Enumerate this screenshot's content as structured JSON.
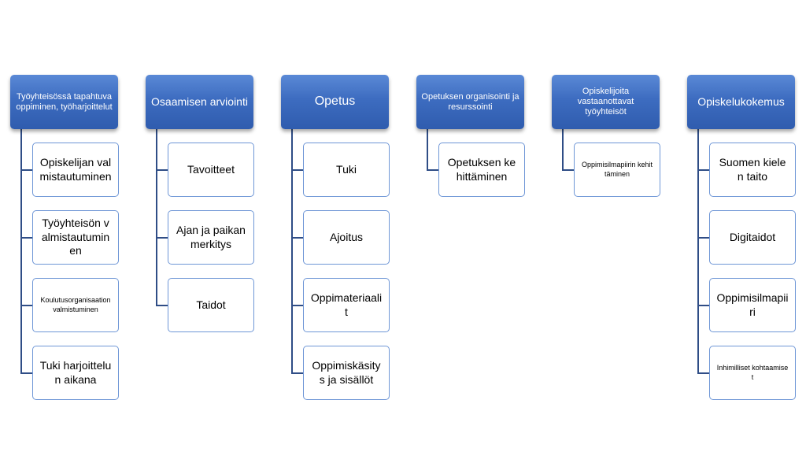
{
  "columns": [
    {
      "header": "Työyhteisössä tapahtuva oppiminen, työharjoittelut",
      "items": [
        "Opiskelijan valmistautuminen",
        "Työyhteisön valmistautuminen",
        "Koulutusorganisaation valmistuminen",
        "Tuki harjoittelun aikana"
      ]
    },
    {
      "header": "Osaamisen arviointi",
      "items": [
        "Tavoitteet",
        "Ajan ja paikan merkitys",
        "Taidot"
      ]
    },
    {
      "header": "Opetus",
      "items": [
        "Tuki",
        "Ajoitus",
        "Oppimateriaalit",
        "Oppimiskäsitys ja sisällöt"
      ]
    },
    {
      "header": "Opetuksen organisointi ja resurssointi",
      "items": [
        "Opetuksen kehittäminen"
      ]
    },
    {
      "header": "Opiskelijoita vastaanottavat työyhteisöt",
      "items": [
        "Oppimisilmapiirin kehittäminen"
      ]
    },
    {
      "header": "Opiskelukokemus",
      "items": [
        "Suomen kielen taito",
        "Digitaidot",
        "Oppimisilmapiiri",
        "Inhimilliset kohtaamiset"
      ]
    }
  ],
  "colors": {
    "header_fill": "#3d6cc0",
    "header_text": "#ffffff",
    "child_border": "#6e96d6",
    "connector": "#2f4d86"
  }
}
